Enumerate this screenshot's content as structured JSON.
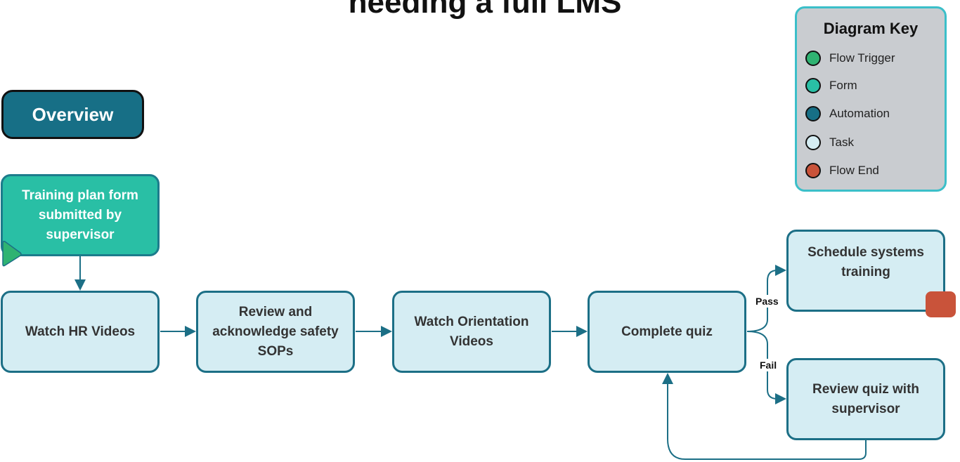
{
  "title": "needing a full LMS",
  "overview": {
    "label": "Overview"
  },
  "nodes": {
    "trigger": "Training plan form submitted by supervisor",
    "watch_hr": "Watch HR Videos",
    "review_sops": "Review and acknowledge safety SOPs",
    "watch_orientation": "Watch Orientation Videos",
    "complete_quiz": "Complete quiz",
    "schedule_training": "Schedule systems training",
    "review_quiz": "Review quiz with supervisor"
  },
  "edges": {
    "pass": "Pass",
    "fail": "Fail"
  },
  "key": {
    "title": "Diagram Key",
    "items": [
      {
        "label": "Flow Trigger",
        "color": "#2fb372"
      },
      {
        "label": "Form",
        "color": "#29bfa5"
      },
      {
        "label": "Automation",
        "color": "#176f86"
      },
      {
        "label": "Task",
        "color": "#d5edf3"
      },
      {
        "label": "Flow End",
        "color": "#c9533a"
      }
    ]
  },
  "colors": {
    "connector": "#1c6f86",
    "trigger_marker": "#2fb372"
  }
}
